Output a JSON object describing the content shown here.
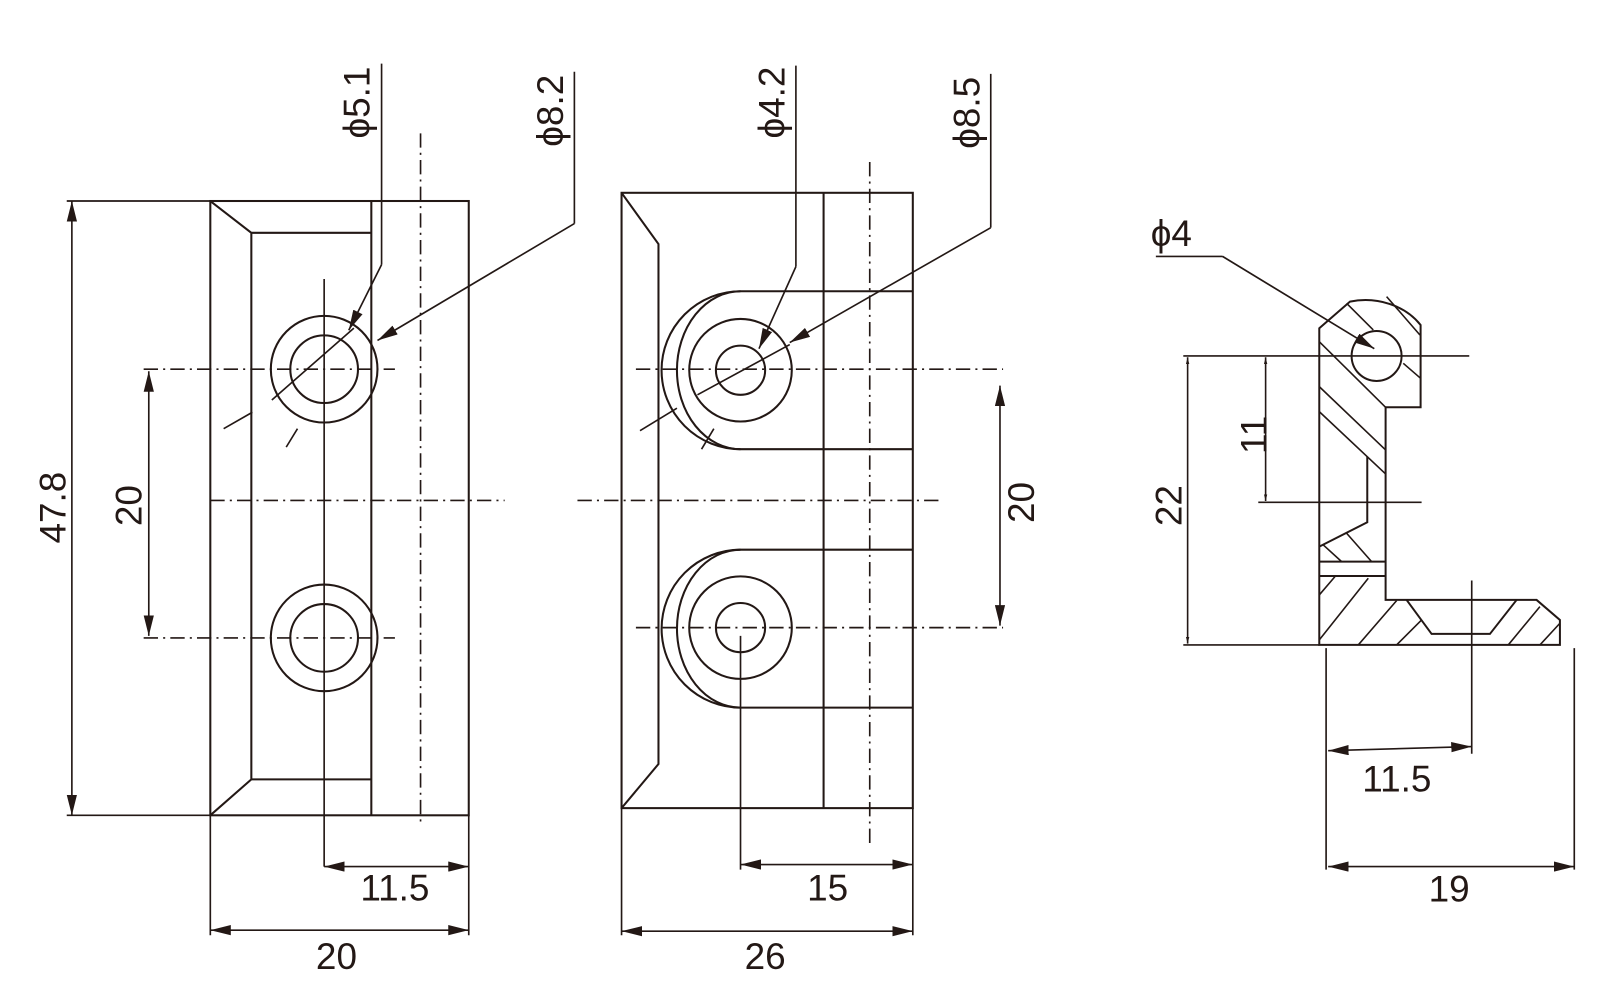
{
  "drawing": {
    "front_view": {
      "height_dim": "47.8",
      "hole_spacing_dim": "20",
      "hole_diameter": "ϕ5.1",
      "counterbore_diameter": "ϕ8.2",
      "offset_dim": "11.5",
      "width_dim": "20"
    },
    "middle_view": {
      "hole_diameter": "ϕ4.2",
      "counterbore_diameter": "ϕ8.5",
      "hole_spacing_dim": "20",
      "offset_dim": "15",
      "width_dim": "26"
    },
    "side_view": {
      "pin_diameter": "ϕ4",
      "pin_height_dim": "11",
      "height_dim": "22",
      "offset_dim": "11.5",
      "width_dim": "19"
    }
  }
}
